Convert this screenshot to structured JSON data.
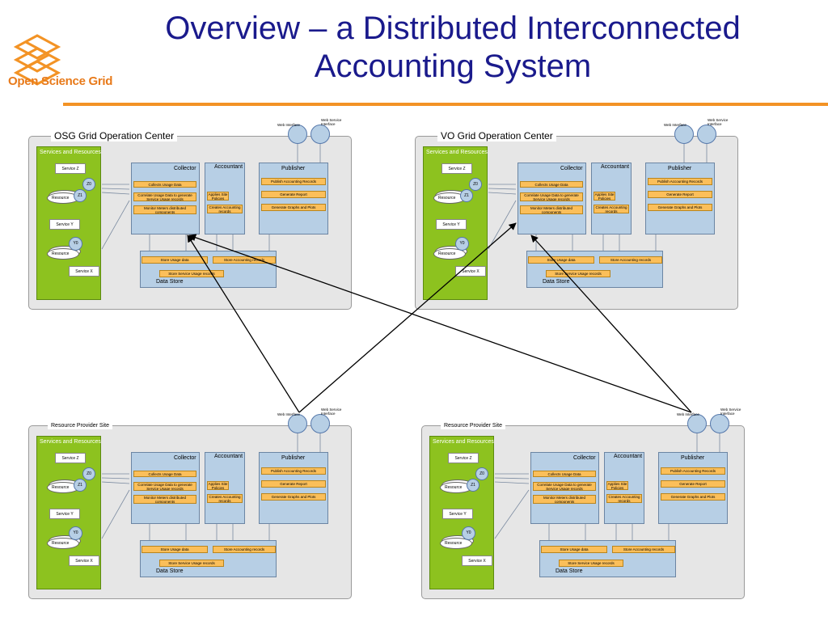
{
  "logo": {
    "text": "Open Science Grid"
  },
  "title": {
    "line1": "Overview – a Distributed Interconnected",
    "line2": "Accounting System"
  },
  "sites": [
    {
      "label": "OSG Grid Operation Center"
    },
    {
      "label": "VO Grid Operation Center"
    },
    {
      "label": "Resource Provider Site"
    },
    {
      "label": "Resource Provider Site"
    }
  ],
  "site_contents": {
    "services_title": "Services and Resources",
    "service_z": "Service Z",
    "service_y": "Service Y",
    "service_x": "Service X",
    "resource": "Resource",
    "node_z0": "Z0",
    "node_z1": "Z1",
    "node_y0": "Y0",
    "collector": {
      "title": "Collector",
      "items": [
        "Collects Usage Data",
        "Correlate Usage Data to generate Service Usage records",
        "Monitor Meters distributed components"
      ]
    },
    "accountant": {
      "title": "Accountant",
      "items": [
        "Applies Site Policies",
        "Creates Accounting records"
      ]
    },
    "publisher": {
      "title": "Publisher",
      "items": [
        "Publish Accounting Records",
        "Generate Report",
        "Generate Graphs and Plots"
      ]
    },
    "datastore": {
      "title": "Data Store",
      "items": [
        "Store Usage data",
        "Store Accounting records",
        "Store Service Usage records"
      ]
    },
    "web_interface": "Web Interface",
    "web_service_interface": "Web Service Interface"
  }
}
